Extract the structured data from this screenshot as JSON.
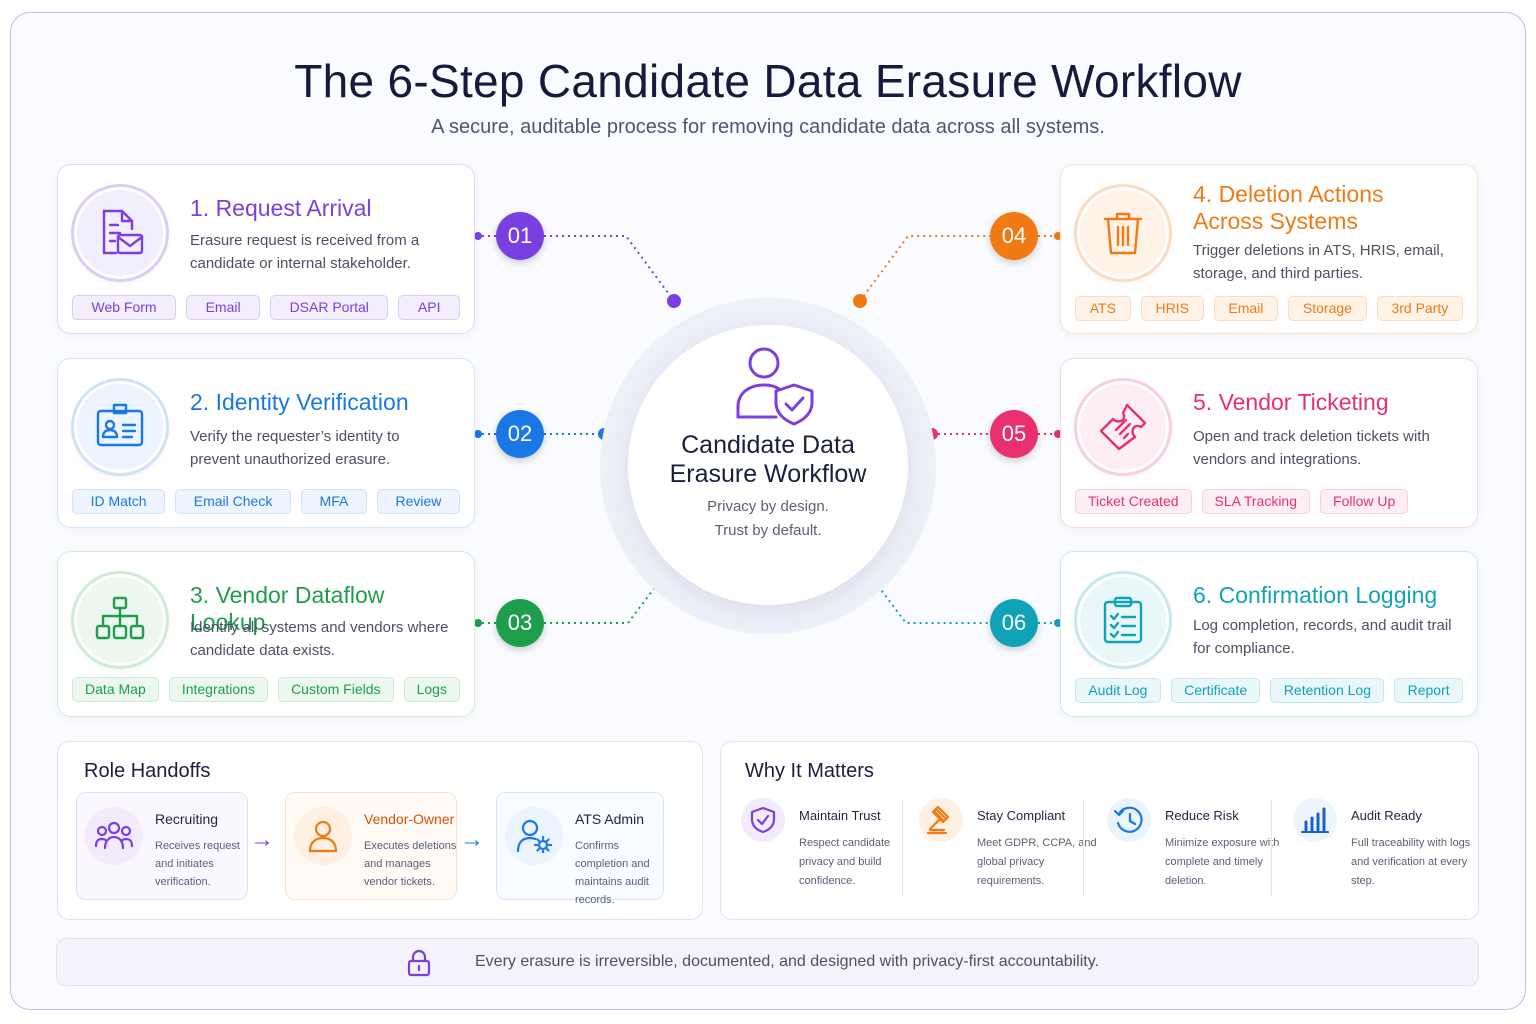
{
  "header": {
    "title": "The 6-Step Candidate Data Erasure Workflow",
    "subtitle": "A secure, auditable process for removing candidate data across all systems."
  },
  "center": {
    "title_line1": "Candidate Data",
    "title_line2": "Erasure Workflow",
    "tagline_line1": "Privacy by design.",
    "tagline_line2": "Trust by default."
  },
  "colors": {
    "step1": "#7a3fe0",
    "step2": "#1a78e6",
    "step3": "#1e9e4a",
    "step4": "#f07a14",
    "step5": "#e8306f",
    "step6": "#10a3b8"
  },
  "steps": [
    {
      "number": "01",
      "title": "1. Request Arrival",
      "icon": "document-mail-icon",
      "desc": "Erasure request is received from a candidate or internal stakeholder.",
      "chips": [
        "Web Form",
        "Email",
        "DSAR Portal",
        "API"
      ]
    },
    {
      "number": "02",
      "title": "2. Identity Verification",
      "icon": "id-card-icon",
      "desc": "Verify the requester’s identity to prevent unauthorized erasure.",
      "chips": [
        "ID Match",
        "Email Check",
        "MFA",
        "Review"
      ]
    },
    {
      "number": "03",
      "title": "3. Vendor Dataflow Lookup",
      "icon": "hierarchy-icon",
      "desc": "Identify all systems and vendors where candidate data exists.",
      "chips": [
        "Data Map",
        "Integrations",
        "Custom Fields",
        "Logs"
      ]
    },
    {
      "number": "04",
      "title_line1": "4.  Deletion Actions",
      "title_line2": "Across Systems",
      "icon": "trash-icon",
      "desc": "Trigger deletions in ATS, HRIS, email, storage, and third parties.",
      "chips": [
        "ATS",
        "HRIS",
        "Email",
        "Storage",
        "3rd Party"
      ]
    },
    {
      "number": "05",
      "title": "5. Vendor Ticketing",
      "icon": "ticket-icon",
      "desc": "Open and track deletion tickets with vendors and integrations.",
      "chips": [
        "Ticket Created",
        "SLA Tracking",
        "Follow Up"
      ]
    },
    {
      "number": "06",
      "title": "6.  Confirmation Logging",
      "icon": "clipboard-check-icon",
      "desc": "Log completion, records, and audit trail for compliance.",
      "chips": [
        "Audit Log",
        "Certificate",
        "Retention Log",
        "Report"
      ]
    }
  ],
  "roles": {
    "title": "Role Handoffs",
    "items": [
      {
        "name": "Recruiting",
        "desc": "Receives request and initiates verification.",
        "icon": "team-icon"
      },
      {
        "name": "Vendor-Owner",
        "desc": "Executes deletions and manages vendor tickets.",
        "icon": "person-icon"
      },
      {
        "name": "ATS Admin",
        "desc": "Confirms completion and maintains audit records.",
        "icon": "admin-gear-icon"
      }
    ]
  },
  "why": {
    "title": "Why It Matters",
    "items": [
      {
        "name": "Maintain Trust",
        "desc": "Respect candidate privacy and build confidence.",
        "icon": "shield-check-icon"
      },
      {
        "name": "Stay Compliant",
        "desc": "Meet GDPR, CCPA, and global privacy requirements.",
        "icon": "gavel-icon"
      },
      {
        "name": "Reduce Risk",
        "desc": "Minimize exposure with complete and timely deletion.",
        "icon": "clock-arrow-icon"
      },
      {
        "name": "Audit Ready",
        "desc": "Full traceability with logs and verification at every step.",
        "icon": "bar-chart-icon"
      }
    ]
  },
  "footer": {
    "text": "Every erasure is irreversible, documented, and designed with privacy-first accountability.",
    "icon": "lock-icon"
  }
}
